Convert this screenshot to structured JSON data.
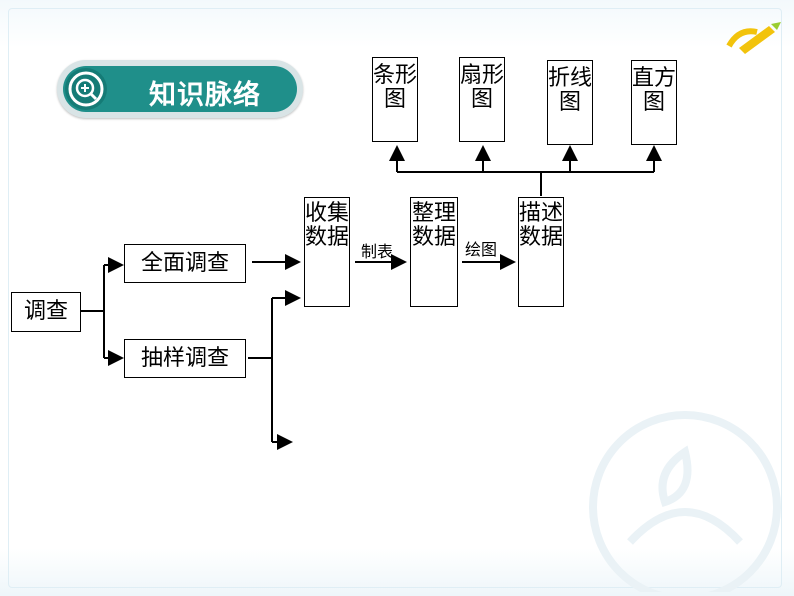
{
  "header": {
    "title": "知识脉络"
  },
  "nodes": {
    "survey": "调查",
    "census": "全面调查",
    "sampling": "抽样调查",
    "collect": "收集数据",
    "organize": "整理数据",
    "describe": "描述数据",
    "bar_chart": "条形图",
    "pie_chart": "扇形图",
    "line_chart": "折线图",
    "histogram": "直方图"
  },
  "edges": {
    "tabulate": "制表",
    "plot": "绘图"
  },
  "colors": {
    "title_bg": "#1f8f8a",
    "title_ring": "#d9e4e6",
    "lines": "#000000",
    "logo": "#f2c30c"
  },
  "icons": [
    "zoom-in-icon",
    "pencil-logo-icon",
    "watermark-logo-icon"
  ]
}
